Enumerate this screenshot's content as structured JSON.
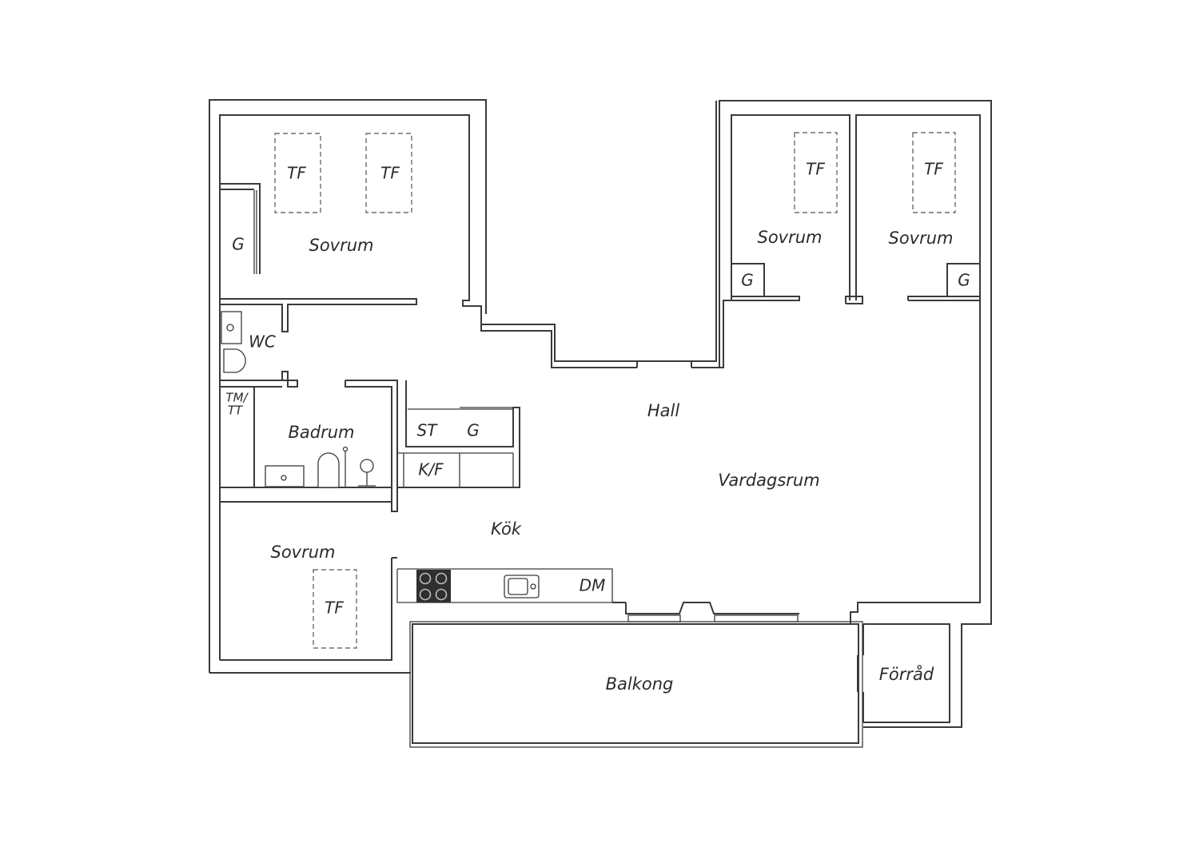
{
  "plan": {
    "rooms": {
      "sovrum_1": "Sovrum",
      "sovrum_2": "Sovrum",
      "sovrum_3": "Sovrum",
      "sovrum_4": "Sovrum",
      "wc": "WC",
      "badrum": "Badrum",
      "hall": "Hall",
      "vardagsrum": "Vardagsrum",
      "kok": "Kök",
      "balkong": "Balkong",
      "forrad": "Förråd"
    },
    "fixtures": {
      "tf": "TF",
      "g": "G",
      "st": "ST",
      "kf": "K/F",
      "dm": "DM",
      "tm_line1": "TM/",
      "tm_line2": "TT"
    },
    "colors": {
      "wall": "#3a3a3a",
      "background": "#ffffff",
      "hob": "#2f2f2f"
    }
  }
}
